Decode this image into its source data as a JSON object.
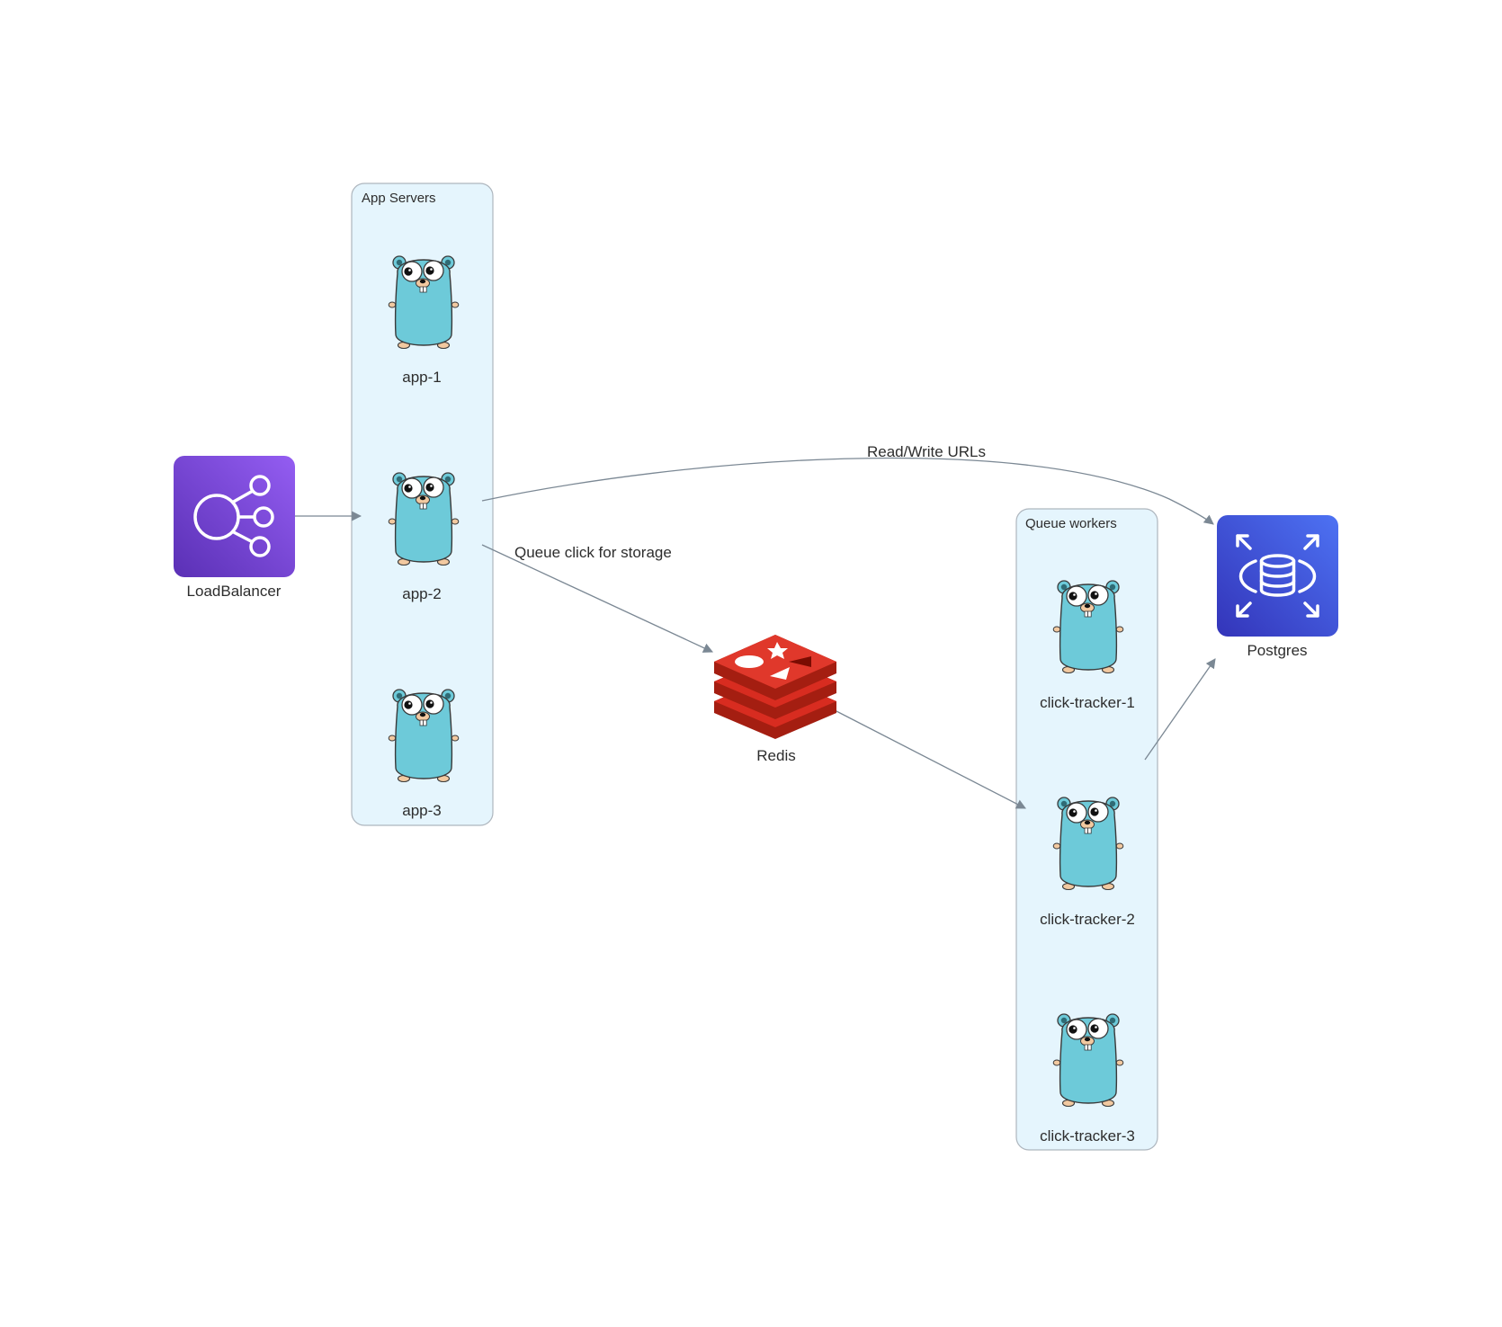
{
  "clusters": {
    "app": {
      "label": "App Servers"
    },
    "workers": {
      "label": "Queue workers"
    }
  },
  "nodes": {
    "loadbalancer": {
      "label": "LoadBalancer",
      "icon": "load-balancer-icon",
      "color_from": "#945df2",
      "color_to": "#5a30b5"
    },
    "app1": {
      "label": "app-1",
      "icon": "go-gopher-icon"
    },
    "app2": {
      "label": "app-2",
      "icon": "go-gopher-icon"
    },
    "app3": {
      "label": "app-3",
      "icon": "go-gopher-icon"
    },
    "redis": {
      "label": "Redis",
      "icon": "redis-icon",
      "color": "#d82c20"
    },
    "tracker1": {
      "label": "click-tracker-1",
      "icon": "go-gopher-icon"
    },
    "tracker2": {
      "label": "click-tracker-2",
      "icon": "go-gopher-icon"
    },
    "tracker3": {
      "label": "click-tracker-3",
      "icon": "go-gopher-icon"
    },
    "postgres": {
      "label": "Postgres",
      "icon": "rds-database-icon",
      "color_from": "#4d72f3",
      "color_to": "#3334b9"
    }
  },
  "edges": {
    "lb_to_app": {
      "from": "LoadBalancer",
      "to": "app-2",
      "label": ""
    },
    "app_to_postgres": {
      "from": "app-2",
      "to": "Postgres",
      "label": "Read/Write URLs"
    },
    "app_to_redis": {
      "from": "app-2",
      "to": "Redis",
      "label": "Queue click for storage"
    },
    "redis_to_tracker": {
      "from": "Redis",
      "to": "click-tracker-2",
      "label": ""
    },
    "tracker_to_postgres": {
      "from": "click-tracker-2",
      "to": "Postgres",
      "label": ""
    }
  },
  "colors": {
    "edge": "#7b8894",
    "cluster_fill": "#e5f5fd",
    "cluster_border": "#aeb6be",
    "gopher_body": "#6dcad9"
  }
}
